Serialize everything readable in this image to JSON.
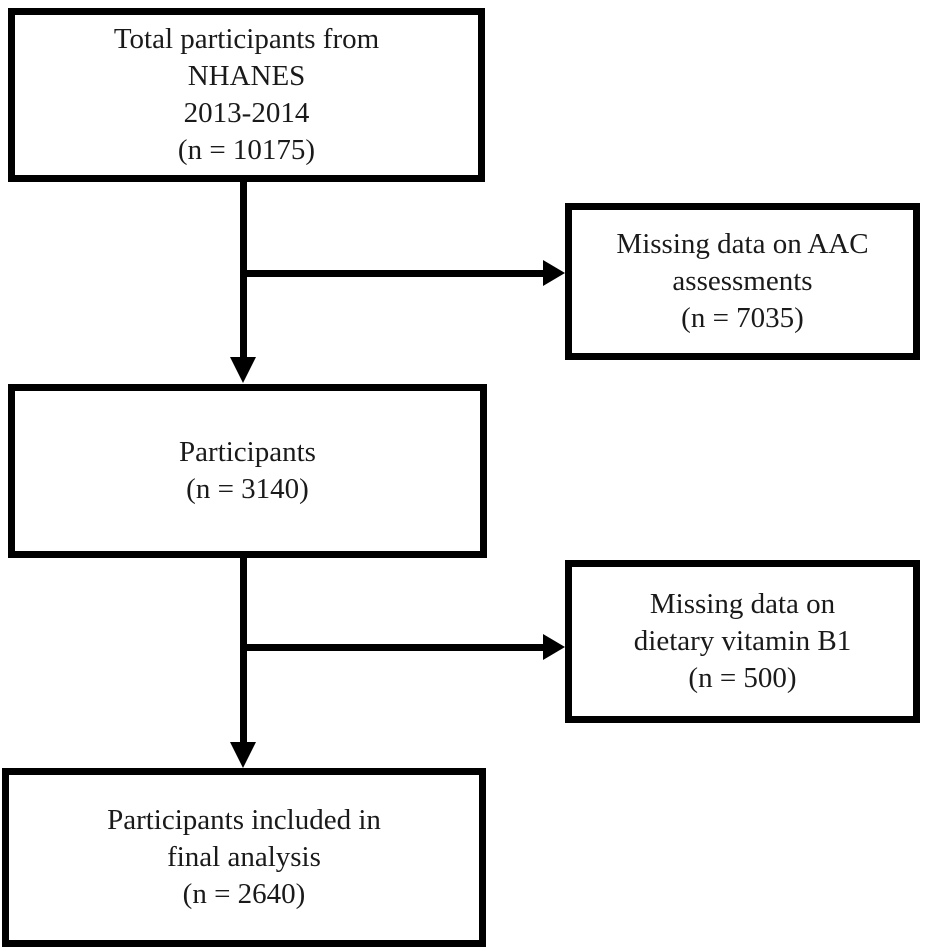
{
  "colors": {
    "background": "#ffffff",
    "box_border": "#000000",
    "box_fill": "#ffffff",
    "text": "#1a1a1a",
    "connector": "#000000"
  },
  "boxes": {
    "total": {
      "lines": [
        "Total participants from",
        "NHANES",
        "2013-2014",
        "(n = 10175)"
      ]
    },
    "missing_aac": {
      "lines": [
        "Missing data on AAC",
        "assessments",
        "(n = 7035)"
      ]
    },
    "participants": {
      "lines": [
        "Participants",
        "(n = 3140)"
      ]
    },
    "missing_b1": {
      "lines": [
        "Missing data on",
        "dietary vitamin B1",
        "(n = 500)"
      ]
    },
    "final": {
      "lines": [
        "Participants included in",
        "final analysis",
        "(n = 2640)"
      ]
    }
  }
}
